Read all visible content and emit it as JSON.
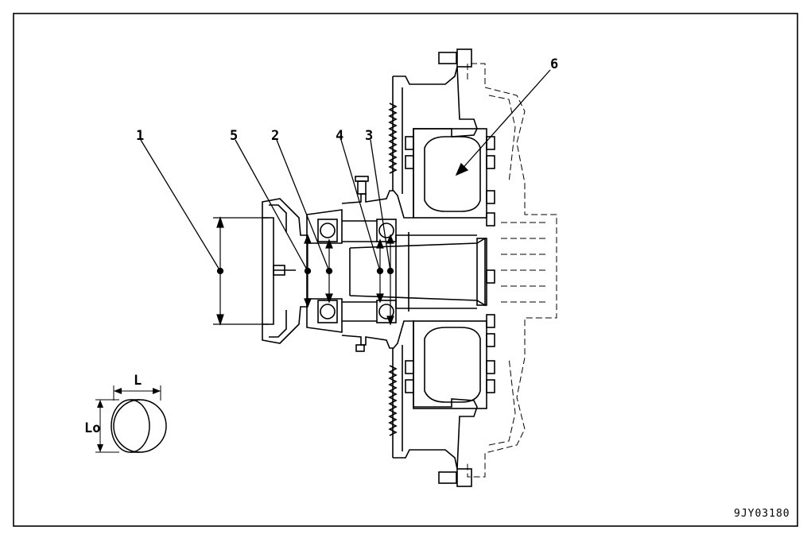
{
  "figure": {
    "callouts": [
      "1",
      "5",
      "2",
      "4",
      "3",
      "6"
    ],
    "dim_width": "L",
    "dim_height": "Lo",
    "drawing_code": "9JY03180"
  },
  "colors": {
    "line": "#000000",
    "background": "#ffffff"
  }
}
